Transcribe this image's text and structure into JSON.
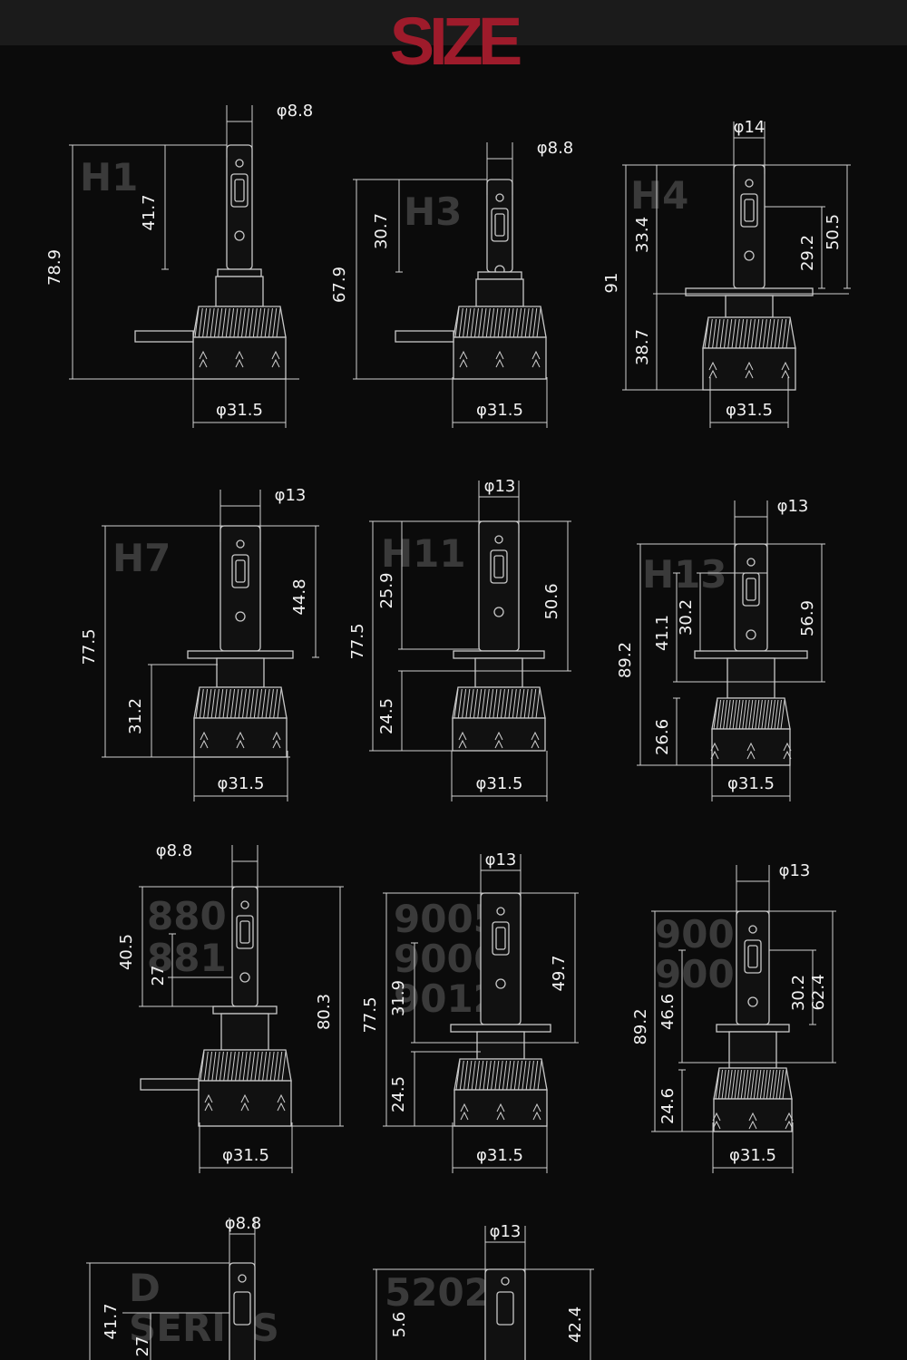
{
  "page": {
    "title": "SIZE",
    "accent": "#9e1b2b"
  },
  "bulbs": [
    {
      "code_lines": [
        "H1"
      ],
      "dims": {
        "stem_d": "φ8.8",
        "base_d": "φ31.5",
        "v1": "41.7",
        "v2": "78.9"
      }
    },
    {
      "code_lines": [
        "H3"
      ],
      "dims": {
        "stem_d": "φ8.8",
        "base_d": "φ31.5",
        "v1": "30.7",
        "v2": "67.9"
      }
    },
    {
      "code_lines": [
        "H4"
      ],
      "dims": {
        "stem_d": "φ14",
        "base_d": "φ31.5",
        "v1": "33.4",
        "v2": "38.7",
        "v3": "91",
        "v4": "29.2",
        "v5": "50.5"
      }
    },
    {
      "code_lines": [
        "H7"
      ],
      "dims": {
        "stem_d": "φ13",
        "base_d": "φ31.5",
        "v1": "77.5",
        "v2": "31.2",
        "v3": "44.8"
      }
    },
    {
      "code_lines": [
        "H11"
      ],
      "dims": {
        "stem_d": "φ13",
        "base_d": "φ31.5",
        "v1": "77.5",
        "v2": "25.9",
        "v3": "24.5",
        "v4": "50.6"
      }
    },
    {
      "code_lines": [
        "H13"
      ],
      "dims": {
        "stem_d": "φ13",
        "base_d": "φ31.5",
        "v1": "89.2",
        "v2": "41.1",
        "v3": "30.2",
        "v4": "26.6",
        "v5": "56.9"
      }
    },
    {
      "code_lines": [
        "880",
        "881"
      ],
      "dims": {
        "stem_d": "φ8.8",
        "base_d": "φ31.5",
        "v1": "40.5",
        "v2": "27",
        "v3": "80.3"
      }
    },
    {
      "code_lines": [
        "9005",
        "9006",
        "9012"
      ],
      "dims": {
        "stem_d": "φ13",
        "base_d": "φ31.5",
        "v1": "77.5",
        "v2": "31.9",
        "v3": "24.5",
        "v4": "49.7"
      }
    },
    {
      "code_lines": [
        "9004",
        "9007"
      ],
      "dims": {
        "stem_d": "φ13",
        "base_d": "φ31.5",
        "v1": "89.2",
        "v2": "46.6",
        "v3": "24.6",
        "v4": "30.2",
        "v5": "62.4"
      }
    },
    {
      "code_lines": [
        "D",
        "SERIES"
      ],
      "dims": {
        "stem_d": "φ8.8",
        "v1": "41.7",
        "v2": "27"
      }
    },
    {
      "code_lines": [
        "5202"
      ],
      "dims": {
        "stem_d": "φ13",
        "v1": "5.6",
        "v2": "42.4"
      }
    }
  ]
}
